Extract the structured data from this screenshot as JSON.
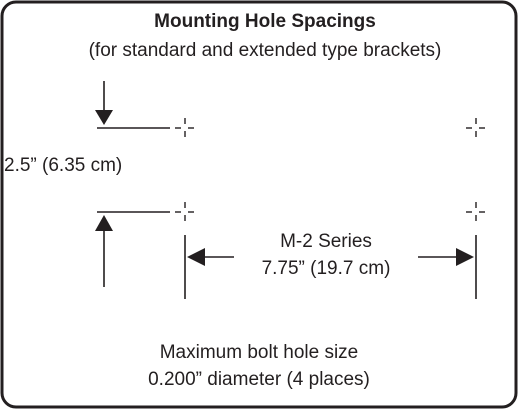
{
  "title": "Mounting Hole Spacings",
  "subtitle": "(for standard and extended type brackets)",
  "vertical_spacing_label": "2.5” (6.35 cm)",
  "series_label": "M-2 Series",
  "horizontal_spacing_label": "7.75” (19.7 cm)",
  "bolt_note_line1": "Maximum bolt hole size",
  "bolt_note_line2": "0.200” diameter (4 places)",
  "colors": {
    "ink": "#231f20",
    "background": "#ffffff"
  }
}
